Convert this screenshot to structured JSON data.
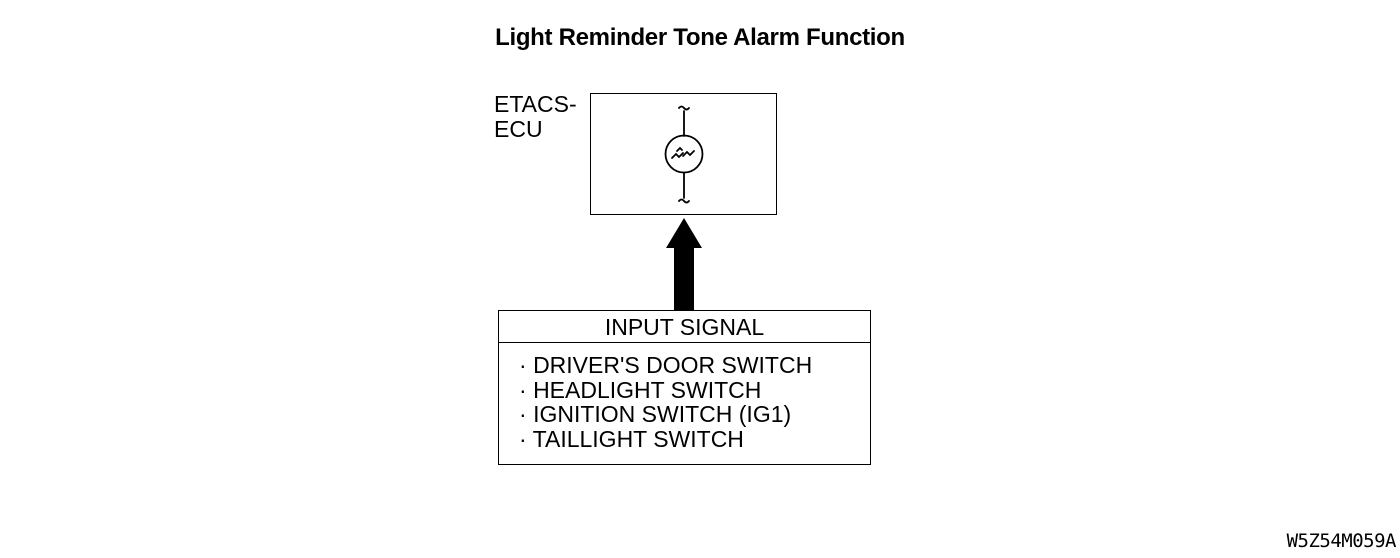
{
  "title": "Light Reminder Tone Alarm Function",
  "ecu": {
    "label_line1": "ETACS-",
    "label_line2": "ECU",
    "component_icon": "buzzer-icon"
  },
  "connector_icon": "arrow-up-icon",
  "input_signal": {
    "header": "INPUT SIGNAL",
    "items": [
      "DRIVER'S DOOR SWITCH",
      "HEADLIGHT SWITCH",
      "IGNITION SWITCH (IG1)",
      "TAILLIGHT SWITCH"
    ]
  },
  "figure_code": "W5Z54M059A"
}
